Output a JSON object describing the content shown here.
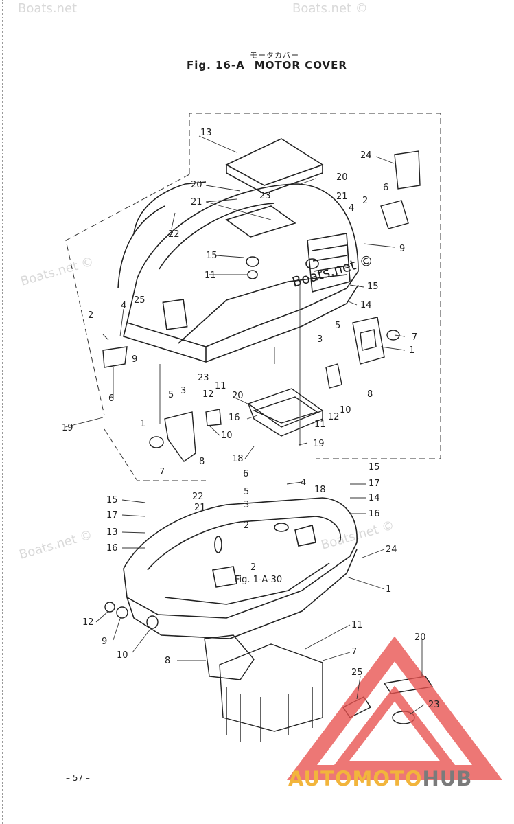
{
  "title": {
    "japanese": "モータカバー",
    "fig": "Fig. 16-A",
    "name": "MOTOR COVER"
  },
  "page_number": "– 57 –",
  "cross_reference": "Fig. 1-A-30",
  "watermarks": [
    "Boats.net",
    "Boats.net ©",
    "Boats.net ©",
    "Boats.net ©",
    "Boats.net ©",
    "Boats.net ©"
  ],
  "logo": {
    "part1": "AUTOMOTO",
    "part2": "HUB",
    "colors": {
      "accent": "#f2b53c",
      "gray": "#7b7b7b",
      "triangle": "#e8524f"
    }
  },
  "callouts_upper": [
    "13",
    "24",
    "20",
    "23",
    "21",
    "20",
    "21",
    "6",
    "4",
    "2",
    "22",
    "9",
    "15",
    "11",
    "15",
    "25",
    "4",
    "14",
    "2",
    "5",
    "7",
    "3",
    "1",
    "9",
    "6",
    "23",
    "8",
    "5",
    "3",
    "11",
    "12",
    "20",
    "10",
    "16",
    "12",
    "11",
    "19",
    "1",
    "7",
    "8",
    "18",
    "19",
    "10"
  ],
  "callouts_lower": [
    "15",
    "6",
    "4",
    "17",
    "5",
    "18",
    "14",
    "15",
    "22",
    "3",
    "21",
    "16",
    "17",
    "2",
    "13",
    "24",
    "16",
    "2",
    "1",
    "12",
    "11",
    "9",
    "10",
    "7",
    "20",
    "8",
    "25",
    "23"
  ]
}
